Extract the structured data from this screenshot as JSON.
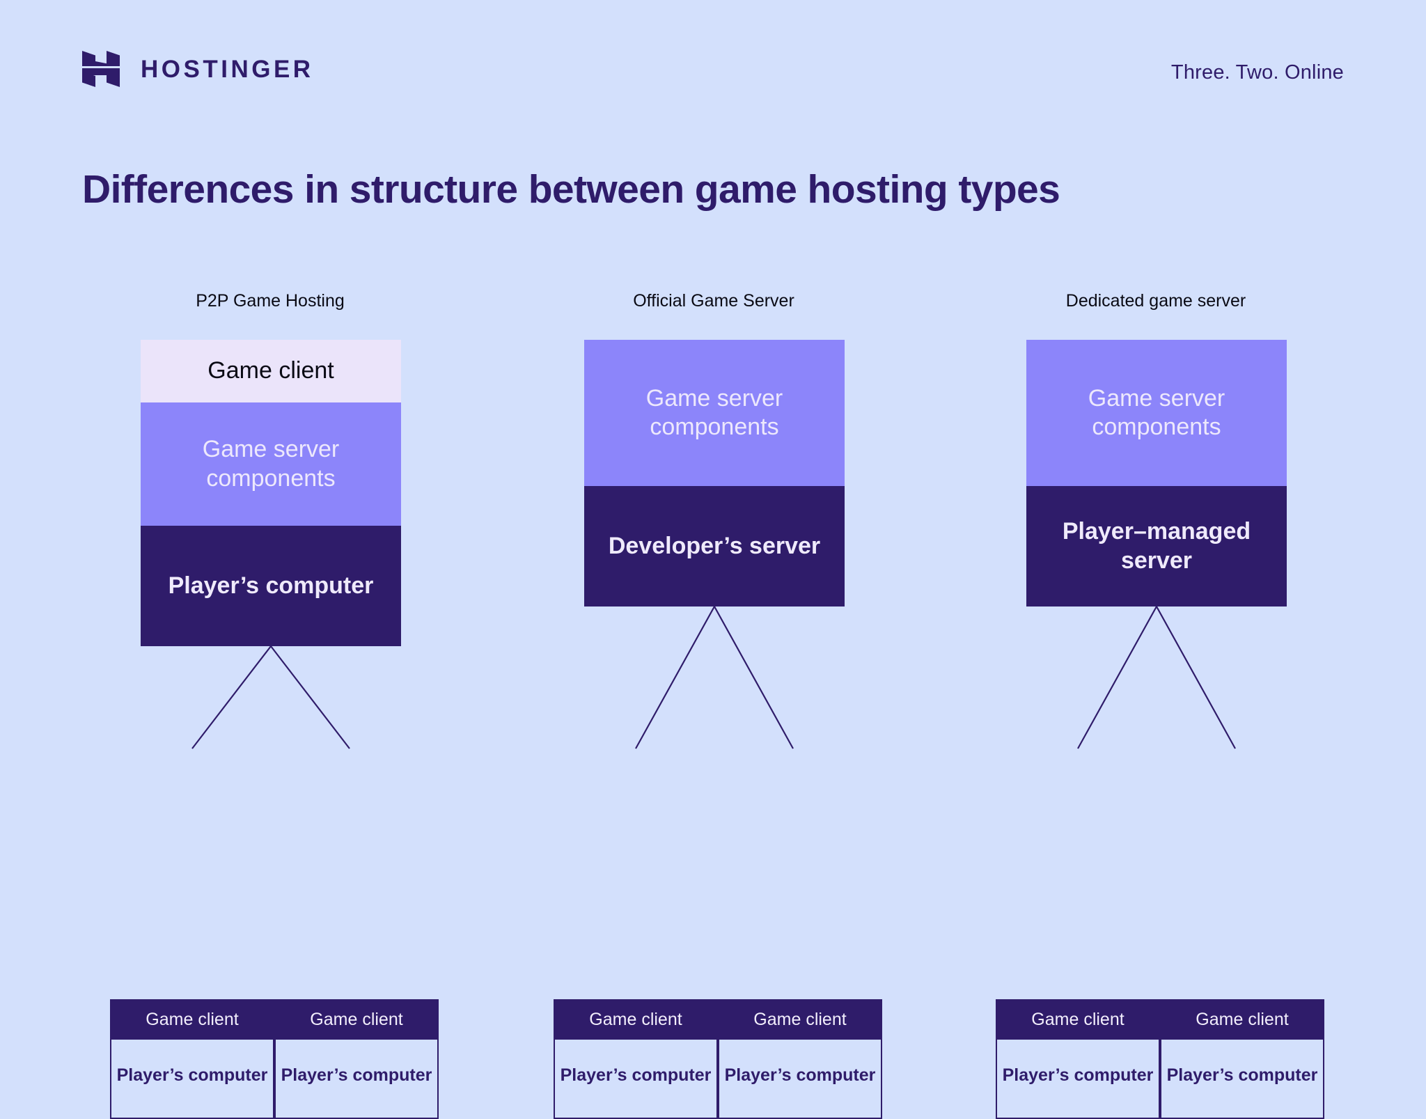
{
  "header": {
    "brand_name": "HOSTINGER",
    "logo_icon": "hostinger-h-logo",
    "tagline": "Three. Two. Online"
  },
  "title": "Differences in structure between game hosting types",
  "colors": {
    "background": "#D3E0FC",
    "dark_purple": "#2F1C6A",
    "mid_purple": "#8C85FA",
    "light_lavender": "#EBE4FA",
    "text_dark": "#0A0A14",
    "text_light": "#EFEAFB"
  },
  "diagram": {
    "type": "hierarchy",
    "columns": [
      {
        "label": "P2P Game Hosting",
        "stack": [
          {
            "text": "Game client",
            "style": "client"
          },
          {
            "text": "Game server components",
            "style": "components"
          },
          {
            "text": "Player’s computer",
            "style": "owner"
          }
        ],
        "clients": [
          {
            "head": "Game client",
            "body": "Player’s computer"
          },
          {
            "head": "Game client",
            "body": "Player’s computer"
          }
        ]
      },
      {
        "label": "Official Game Server",
        "stack": [
          {
            "text": "Game server components",
            "style": "components"
          },
          {
            "text": "Developer’s server",
            "style": "owner"
          }
        ],
        "clients": [
          {
            "head": "Game client",
            "body": "Player’s computer"
          },
          {
            "head": "Game client",
            "body": "Player’s computer"
          }
        ]
      },
      {
        "label": "Dedicated game server",
        "stack": [
          {
            "text": "Game server components",
            "style": "components"
          },
          {
            "text": "Player–managed server",
            "style": "owner"
          }
        ],
        "clients": [
          {
            "head": "Game client",
            "body": "Player’s computer"
          },
          {
            "head": "Game client",
            "body": "Player’s computer"
          }
        ]
      }
    ]
  }
}
